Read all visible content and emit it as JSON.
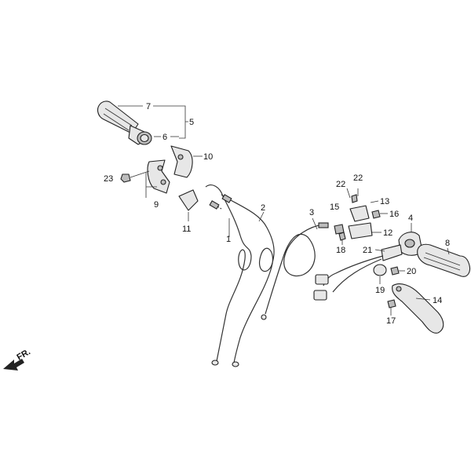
{
  "diagram": {
    "direction_label": "FR.",
    "callouts": {
      "c1": "1",
      "c2": "2",
      "c3": "3",
      "c4": "4",
      "c5": "5",
      "c6": "6",
      "c7": "7",
      "c8": "8",
      "c9": "9",
      "c10": "10",
      "c11": "11",
      "c12": "12",
      "c13": "13",
      "c14": "14",
      "c15": "15",
      "c16": "16",
      "c17": "17",
      "c18": "18",
      "c19": "19",
      "c20": "20",
      "c21": "21",
      "c22a": "22",
      "c22b": "22",
      "c23": "23"
    }
  }
}
